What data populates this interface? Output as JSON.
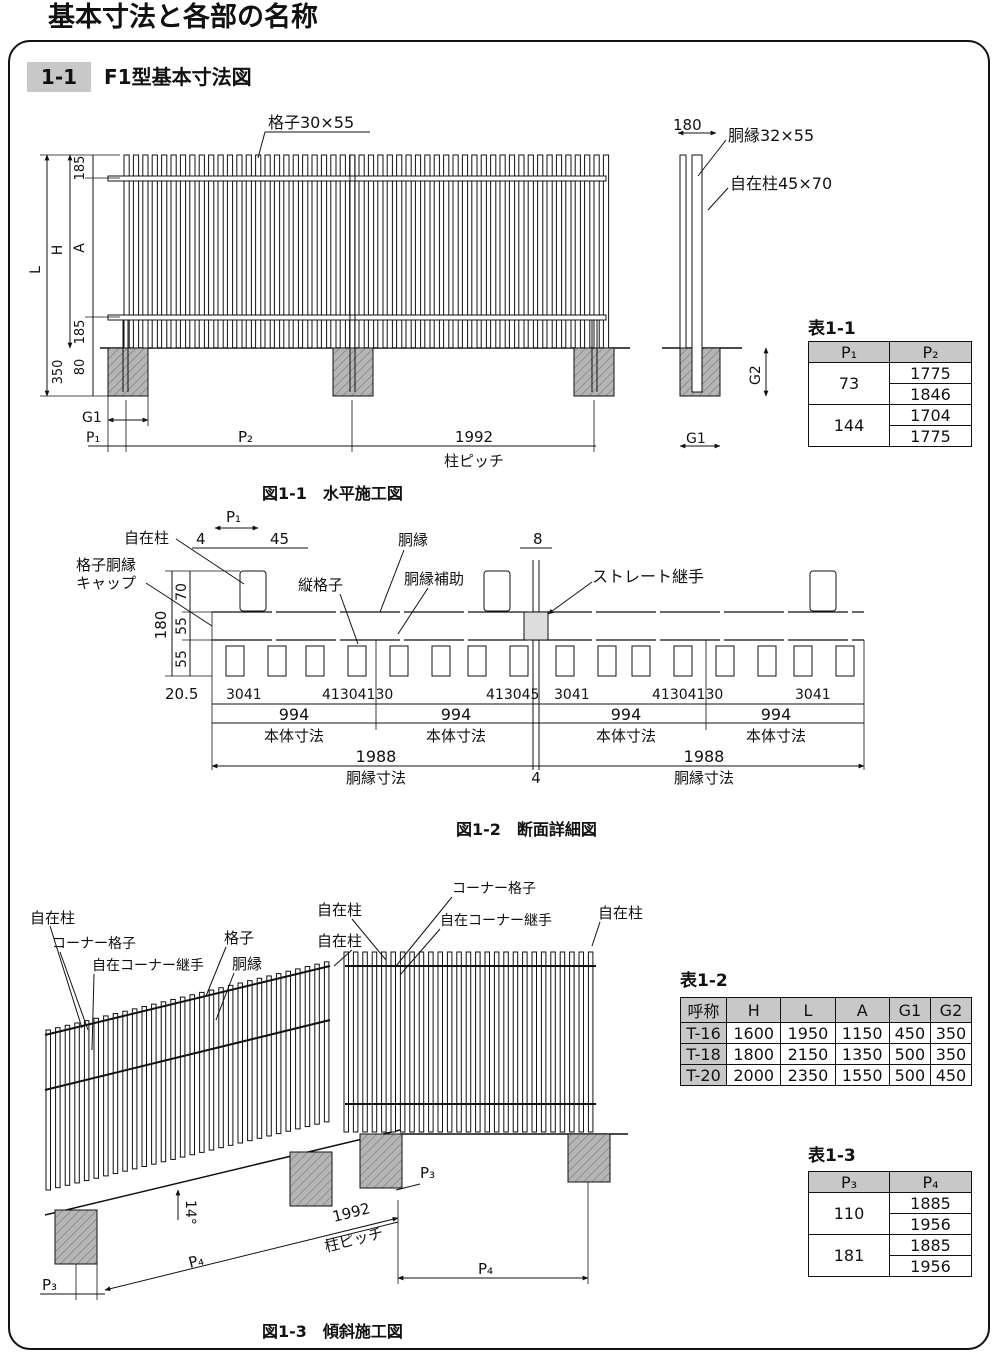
{
  "page_title": "基本寸法と各部の名称",
  "section": {
    "number": "1-1",
    "title": "F1型基本寸法図"
  },
  "fig1": {
    "caption": "図1-1　水平施工図",
    "lattice_label": "格子30×55",
    "rail_label": "胴縁32×55",
    "post_label": "自在柱45×70",
    "dims": {
      "d185": "185",
      "d80": "80",
      "d350": "350",
      "d180": "180",
      "L": "L",
      "H": "H",
      "A": "A",
      "G1": "G1",
      "G2": "G2",
      "P1": "P₁",
      "P2": "P₂",
      "pitch": "1992",
      "pitch_label": "柱ピッチ"
    }
  },
  "fig2": {
    "caption": "図1-2　断面詳細図",
    "labels": {
      "post": "自在柱",
      "cap": "格子胴縁\nキャップ",
      "rail": "胴縁",
      "vertical": "縦格子",
      "rail_aux": "胴縁補助",
      "straight_joint": "ストレート継手",
      "body_dim": "本体寸法",
      "rail_dim": "胴縁寸法"
    },
    "dims": {
      "d4": "4",
      "p1": "P₁",
      "d45": "45",
      "d8": "8",
      "d180": "180",
      "d70": "70",
      "d55a": "55",
      "d55b": "55",
      "d20_5": "20.5",
      "d30": "30",
      "d41": "41",
      "d994": "994",
      "d1988": "1988",
      "d4b": "4",
      "pat_a": "3041",
      "pat_b": "41304130",
      "pat_c": "413045",
      "pat_d": "3041",
      "pat_e": "41304130",
      "pat_f": "3041"
    }
  },
  "fig3": {
    "caption": "図1-3　傾斜施工図",
    "labels": {
      "post1": "自在柱",
      "corner_lattice1": "コーナー格子",
      "corner_joint1": "自在コーナー継手",
      "lattice": "格子",
      "rail": "胴縁",
      "post2": "自在柱",
      "post3": "自在柱",
      "corner_lattice2": "コーナー格子",
      "corner_joint2": "自在コーナー継手",
      "post4": "自在柱"
    },
    "dims": {
      "angle": "14°",
      "pitch": "1992",
      "pitch_label": "柱ピッチ",
      "P3a": "P₃",
      "P3b": "P₃",
      "P4a": "P₄",
      "P4b": "P₄"
    }
  },
  "table1": {
    "title": "表1-1",
    "headers": [
      "P₁",
      "P₂"
    ],
    "groups": [
      {
        "p1": "73",
        "p2": [
          "1775",
          "1846"
        ]
      },
      {
        "p1": "144",
        "p2": [
          "1704",
          "1775"
        ]
      }
    ]
  },
  "table2": {
    "title": "表1-2",
    "headers": [
      "呼称",
      "H",
      "L",
      "A",
      "G1",
      "G2"
    ],
    "rows": [
      [
        "T-16",
        "1600",
        "1950",
        "1150",
        "450",
        "350"
      ],
      [
        "T-18",
        "1800",
        "2150",
        "1350",
        "500",
        "350"
      ],
      [
        "T-20",
        "2000",
        "2350",
        "1550",
        "500",
        "450"
      ]
    ]
  },
  "table3": {
    "title": "表1-3",
    "headers": [
      "P₃",
      "P₄"
    ],
    "groups": [
      {
        "p1": "110",
        "p2": [
          "1885",
          "1956"
        ]
      },
      {
        "p1": "181",
        "p2": [
          "1885",
          "1956"
        ]
      }
    ]
  },
  "colors": {
    "frame": "#111111",
    "header_fill": "#c8c8c8",
    "concrete": "#b5b5b5"
  }
}
